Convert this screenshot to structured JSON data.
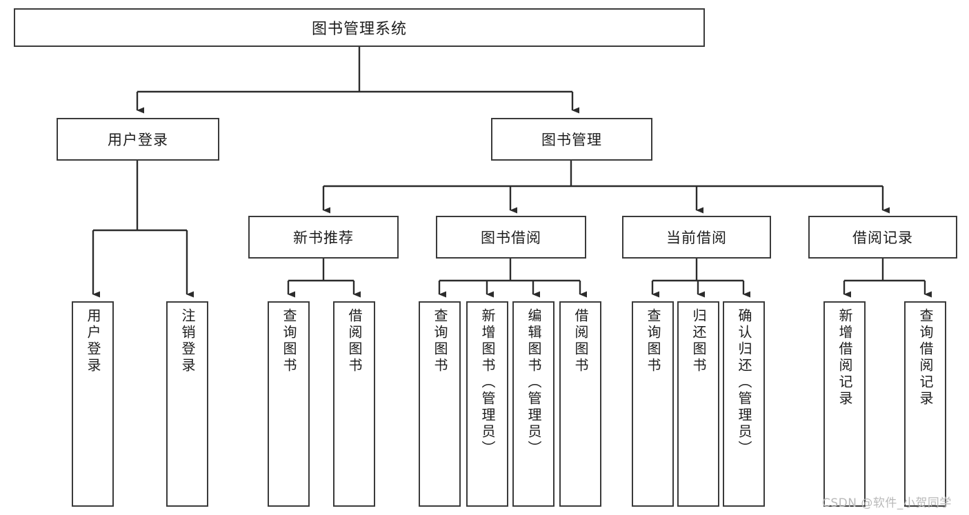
{
  "diagram": {
    "title": "图书管理系统",
    "type": "hierarchy-tree",
    "colors": {
      "background": "#ffffff",
      "box_border": "#3a3a3a",
      "box_fill": "#ffffff",
      "text": "#1c1c1c",
      "connector": "#2b2b2b",
      "watermark": "#b9b9b9"
    },
    "root": {
      "label": "图书管理系统"
    },
    "level1": [
      {
        "label": "用户登录"
      },
      {
        "label": "图书管理"
      }
    ],
    "level2": [
      {
        "label": "新书推荐"
      },
      {
        "label": "图书借阅"
      },
      {
        "label": "当前借阅"
      },
      {
        "label": "借阅记录"
      }
    ],
    "leaves": {
      "user_login": [
        {
          "label": "用户登录"
        },
        {
          "label": "注销登录"
        }
      ],
      "new_book_recommend": [
        {
          "label": "查询图书"
        },
        {
          "label": "借阅图书"
        }
      ],
      "book_borrow": [
        {
          "label": "查询图书"
        },
        {
          "label": "新增图书（管理员）"
        },
        {
          "label": "编辑图书（管理员）"
        },
        {
          "label": "借阅图书"
        }
      ],
      "current_borrow": [
        {
          "label": "查询图书"
        },
        {
          "label": "归还图书"
        },
        {
          "label": "确认归还（管理员）"
        }
      ],
      "borrow_record": [
        {
          "label": "新增借阅记录"
        },
        {
          "label": "查询借阅记录"
        }
      ]
    }
  },
  "watermark": {
    "text": "CSDN @软件_小贺同学"
  }
}
